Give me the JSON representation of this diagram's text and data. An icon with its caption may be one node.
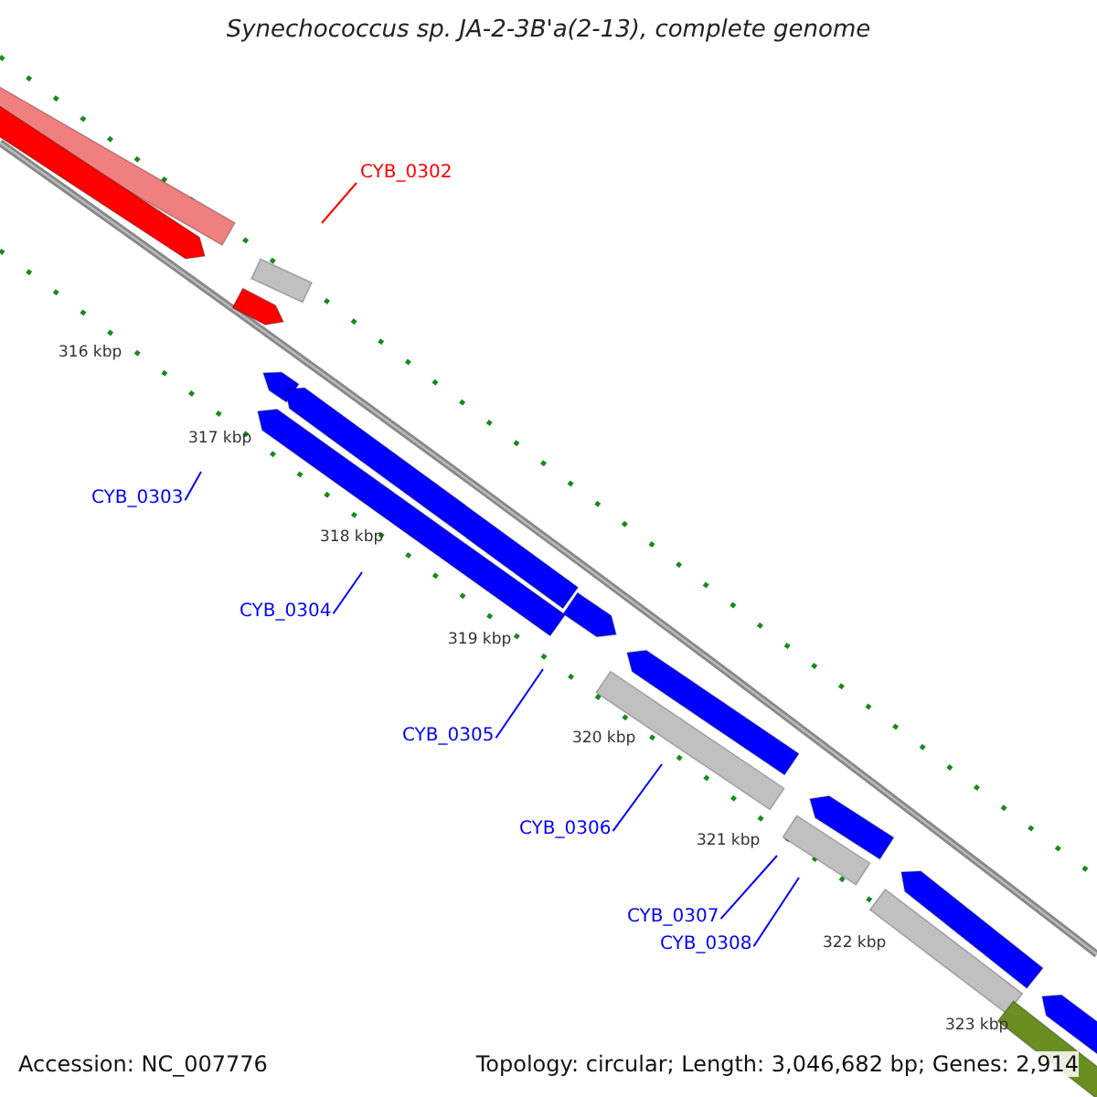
{
  "diagram": {
    "title": "Synechococcus sp. JA-2-3B'a(2-13), complete genome",
    "nodes": [
      {
        "text": [
          "CYB_0302"
        ]
      },
      {
        "text": [
          "CYB_0303"
        ]
      },
      {
        "text": [
          "CYB_0304"
        ]
      },
      {
        "text": [
          "CYB_0305"
        ]
      },
      {
        "text": [
          "CYB_0306"
        ]
      },
      {
        "text": [
          "CYB_0307"
        ]
      },
      {
        "text": [
          "CYB_0308"
        ]
      }
    ],
    "edges": [
      {
        "from": 0,
        "to": null,
        "arrow": "none",
        "color": "#ff0000"
      },
      {
        "from": 1,
        "to": null,
        "arrow": "none"
      },
      {
        "from": 2,
        "to": null,
        "arrow": "none"
      },
      {
        "from": 3,
        "to": null,
        "arrow": "none"
      },
      {
        "from": 4,
        "to": null,
        "arrow": "none"
      },
      {
        "from": 5,
        "to": null,
        "arrow": "none"
      },
      {
        "from": 6,
        "to": null,
        "arrow": "none"
      }
    ],
    "labels": [
      "316 kbp",
      "317 kbp",
      "318 kbp",
      "319 kbp",
      "320 kbp",
      "321 kbp",
      "322 kbp",
      "323 kbp",
      "Accession: NC_007776",
      "Topology: circular; Length: 3,046,682 bp; Genes: 2,914"
    ]
  }
}
